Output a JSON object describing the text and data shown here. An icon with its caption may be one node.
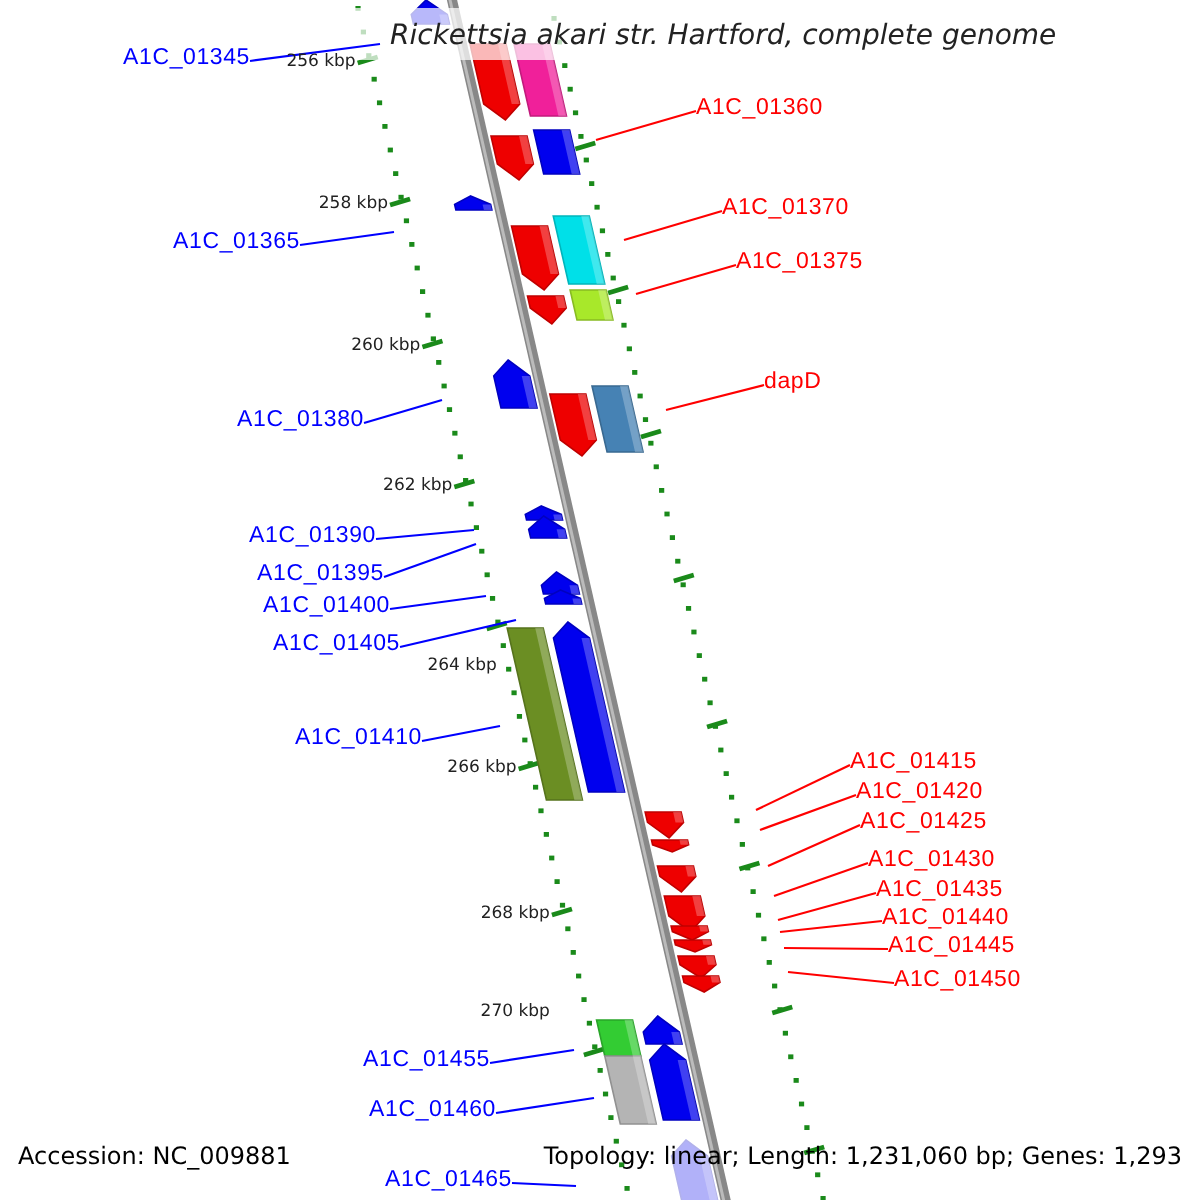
{
  "diagram": {
    "title": "Rickettsia akari str. Hartford, complete genome",
    "nodes": [
      {
        "text": [
          "A1C_01345"
        ]
      },
      {
        "text": [
          "A1C_01360"
        ]
      },
      {
        "text": [
          "A1C_01370"
        ]
      },
      {
        "text": [
          "A1C_01365"
        ]
      },
      {
        "text": [
          "A1C_01375"
        ]
      },
      {
        "text": [
          "dapD"
        ]
      },
      {
        "text": [
          "A1C_01380"
        ]
      },
      {
        "text": [
          "A1C_01390"
        ]
      },
      {
        "text": [
          "A1C_01395"
        ]
      },
      {
        "text": [
          "A1C_01400"
        ]
      },
      {
        "text": [
          "A1C_01405"
        ]
      },
      {
        "text": [
          "A1C_01410"
        ]
      },
      {
        "text": [
          "A1C_01415"
        ]
      },
      {
        "text": [
          "A1C_01420"
        ]
      },
      {
        "text": [
          "A1C_01425"
        ]
      },
      {
        "text": [
          "A1C_01430"
        ]
      },
      {
        "text": [
          "A1C_01435"
        ]
      },
      {
        "text": [
          "A1C_01440"
        ]
      },
      {
        "text": [
          "A1C_01445"
        ]
      },
      {
        "text": [
          "A1C_01450"
        ]
      },
      {
        "text": [
          "A1C_01455"
        ]
      },
      {
        "text": [
          "A1C_01460"
        ]
      },
      {
        "text": [
          "A1C_01465"
        ]
      }
    ],
    "edges": [
      {
        "from": 0,
        "to": null,
        "arrow": "none",
        "color": "#0000ff"
      },
      {
        "from": 1,
        "to": null,
        "arrow": "none"
      },
      {
        "from": 2,
        "to": null,
        "arrow": "none"
      },
      {
        "from": 3,
        "to": null,
        "arrow": "none",
        "color": "#0000ff"
      },
      {
        "from": 4,
        "to": null,
        "arrow": "none"
      },
      {
        "from": 5,
        "to": null,
        "arrow": "none"
      },
      {
        "from": 6,
        "to": null,
        "arrow": "none",
        "color": "#0000ff"
      },
      {
        "from": 7,
        "to": null,
        "arrow": "none",
        "color": "#0000ff"
      },
      {
        "from": 8,
        "to": null,
        "arrow": "none",
        "color": "#0000ff"
      },
      {
        "from": 9,
        "to": null,
        "arrow": "none",
        "color": "#0000ff"
      },
      {
        "from": 10,
        "to": null,
        "arrow": "none",
        "color": "#0000ff"
      },
      {
        "from": 11,
        "to": null,
        "arrow": "none",
        "color": "#0000ff"
      },
      {
        "from": 12,
        "to": null,
        "arrow": "none"
      },
      {
        "from": 13,
        "to": null,
        "arrow": "none"
      },
      {
        "from": 14,
        "to": null,
        "arrow": "none"
      },
      {
        "from": 15,
        "to": null,
        "arrow": "none"
      },
      {
        "from": 16,
        "to": null,
        "arrow": "none"
      },
      {
        "from": 17,
        "to": null,
        "arrow": "none"
      },
      {
        "from": 18,
        "to": null,
        "arrow": "none"
      },
      {
        "from": 19,
        "to": null,
        "arrow": "none"
      },
      {
        "from": 20,
        "to": null,
        "arrow": "none",
        "color": "#0000ff"
      },
      {
        "from": 21,
        "to": null,
        "arrow": "none",
        "color": "#0000ff"
      },
      {
        "from": 22,
        "to": null,
        "arrow": "none",
        "color": "#0000ff"
      }
    ],
    "labels": [
      "256 kbp",
      "258 kbp",
      "260 kbp",
      "262 kbp",
      "264 kbp",
      "266 kbp",
      "268 kbp",
      "270 kbp",
      "Accession: NC_009881",
      "Topology: linear; Length: 1,231,060 bp; Genes: 1,293"
    ]
  }
}
